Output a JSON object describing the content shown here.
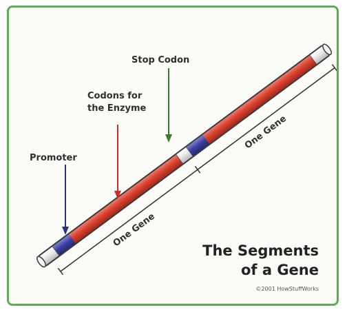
{
  "labels": {
    "stop_codon": "Stop Codon",
    "codons_line1": "Codons for",
    "codons_line2": "the Enzyme",
    "promoter": "Promoter",
    "one_gene_upper": "One Gene",
    "one_gene_lower": "One Gene"
  },
  "title": {
    "line1": "The Segments",
    "line2": "of a Gene"
  },
  "credit": "©2001 HowStuffWorks",
  "colors": {
    "border": "#5fae55",
    "coding_red": "#d8412f",
    "promoter_blue": "#3a3f9e",
    "stop_white": "#e6e6e6",
    "arrow_blue": "#2c2f8f",
    "arrow_red": "#c9302c",
    "arrow_green": "#3a7a2a"
  }
}
